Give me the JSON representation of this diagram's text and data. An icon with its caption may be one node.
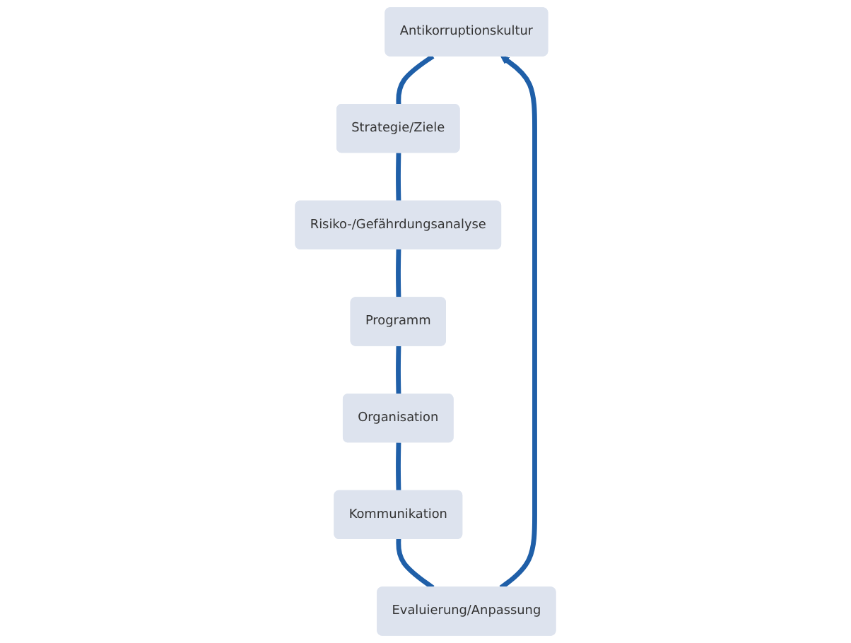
{
  "diagram": {
    "nodes": [
      {
        "text": [
          "Antikorruptionskultur"
        ]
      },
      {
        "text": [
          "Strategie/Ziele"
        ]
      },
      {
        "text": [
          "Risiko-/Gefährdungsanalyse"
        ]
      },
      {
        "text": [
          "Programm"
        ]
      },
      {
        "text": [
          "Organisation"
        ]
      },
      {
        "text": [
          "Kommunikation"
        ]
      },
      {
        "text": [
          "Evaluierung/Anpassung"
        ]
      }
    ],
    "edges": [
      {
        "from": 0,
        "to": 1,
        "arrow": "none"
      },
      {
        "from": 1,
        "to": 2,
        "arrow": "none"
      },
      {
        "from": 2,
        "to": 3,
        "arrow": "none"
      },
      {
        "from": 3,
        "to": 4,
        "arrow": "none"
      },
      {
        "from": 4,
        "to": 5,
        "arrow": "none"
      },
      {
        "from": 5,
        "to": 6,
        "arrow": "none"
      },
      {
        "from": 6,
        "to": 0,
        "arrow": "to"
      }
    ]
  }
}
